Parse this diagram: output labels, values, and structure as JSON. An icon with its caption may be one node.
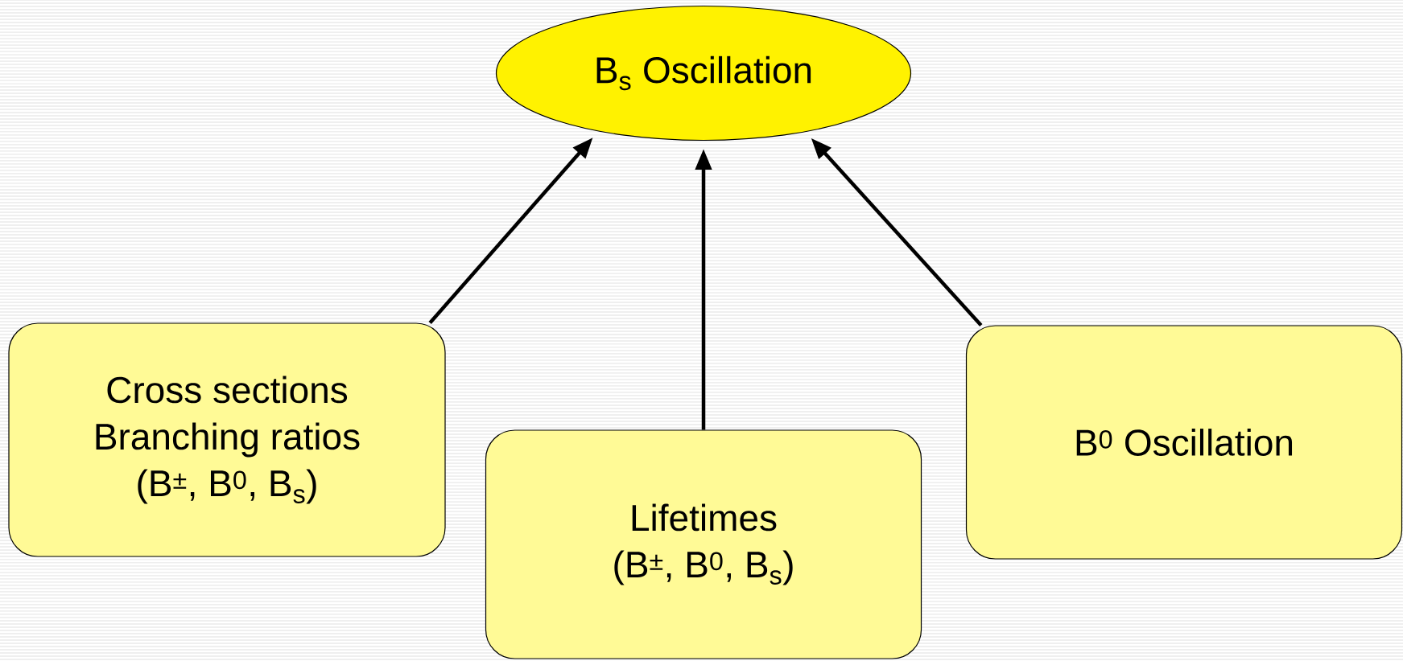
{
  "diagram": {
    "nodes": [
      {
        "text": [
          "B$_{s}$ Oscillation"
        ]
      },
      {
        "text": [
          "Cross sections",
          "Branching ratios",
          "(B$^{±}$, B$^{0}$, B$_{s}$)"
        ]
      },
      {
        "text": [
          "Lifetimes",
          "(B$^{±}$, B$^{0}$, B$_{s}$)"
        ]
      },
      {
        "text": [
          "B$^{0}$ Oscillation"
        ]
      }
    ],
    "edges": [
      {
        "from": 1,
        "to": 0,
        "arrow": "to"
      },
      {
        "from": 2,
        "to": 0,
        "arrow": "to"
      },
      {
        "from": 3,
        "to": 0,
        "arrow": "to"
      }
    ]
  }
}
